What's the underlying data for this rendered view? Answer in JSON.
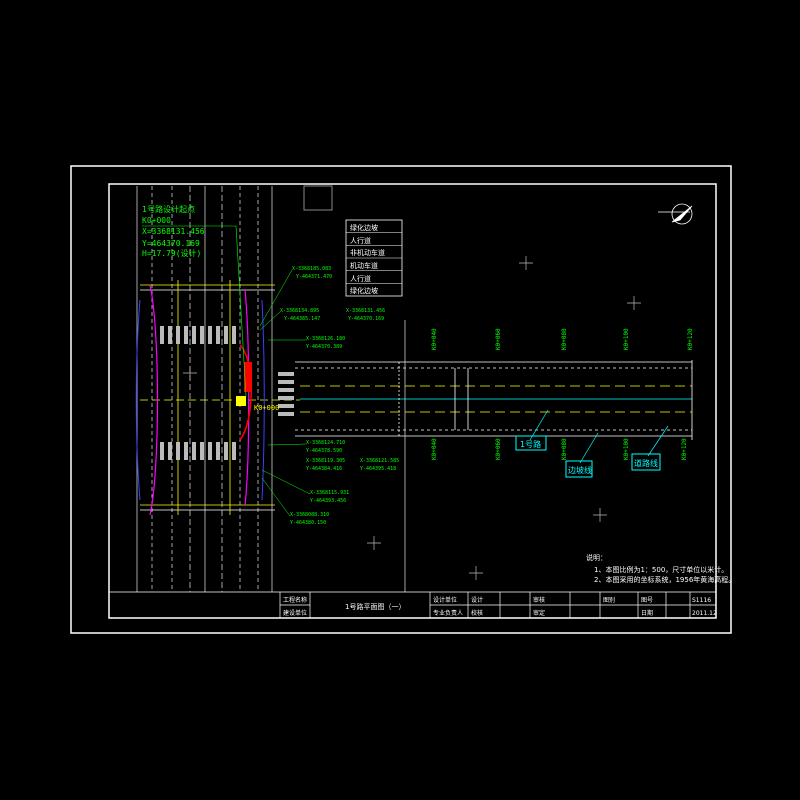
{
  "drawing": {
    "title_block": {
      "drawing_name": "1号路平面图（一）",
      "date": "2011.12",
      "drawing_no": "S1116",
      "left_labels": [
        "工程名称",
        "建设单位"
      ],
      "mid_labels": [
        "设计单位",
        "专业负责人"
      ],
      "sign_labels": [
        "设计",
        "校核",
        "审核",
        "审定"
      ],
      "right_labels": [
        "图别",
        "日期",
        "图号"
      ]
    },
    "notes": {
      "heading": "说明：",
      "line1": "1、本图比例为1：500，尺寸单位以米计。",
      "line2": "2、本图采用的坐标系统，1956年黄海高程。"
    },
    "legend_table": [
      "绿化边坡",
      "人行道",
      "非机动车道",
      "机动车道",
      "人行道",
      "绿化边坡"
    ],
    "start_point": {
      "title": "1号路设计起点",
      "station": "K0+000",
      "x": "X=3368131.456",
      "y": "Y=464370.169",
      "h": "H=17.79(设计)"
    },
    "labels": {
      "road_name": "1号路",
      "curb_left": "边坡线",
      "curb_right": "道路线"
    },
    "north_symbol": "north-arrow"
  },
  "colors": {
    "background": "#000000",
    "frame": "#ffffff",
    "road_lines": "#ffffff",
    "annotation": "#00ff00",
    "cyan": "#00ffff",
    "magenta": "#ff00ff",
    "yellow": "#ffff00",
    "red": "#ff0000",
    "blue": "#3333ff",
    "gray": "#888888"
  }
}
